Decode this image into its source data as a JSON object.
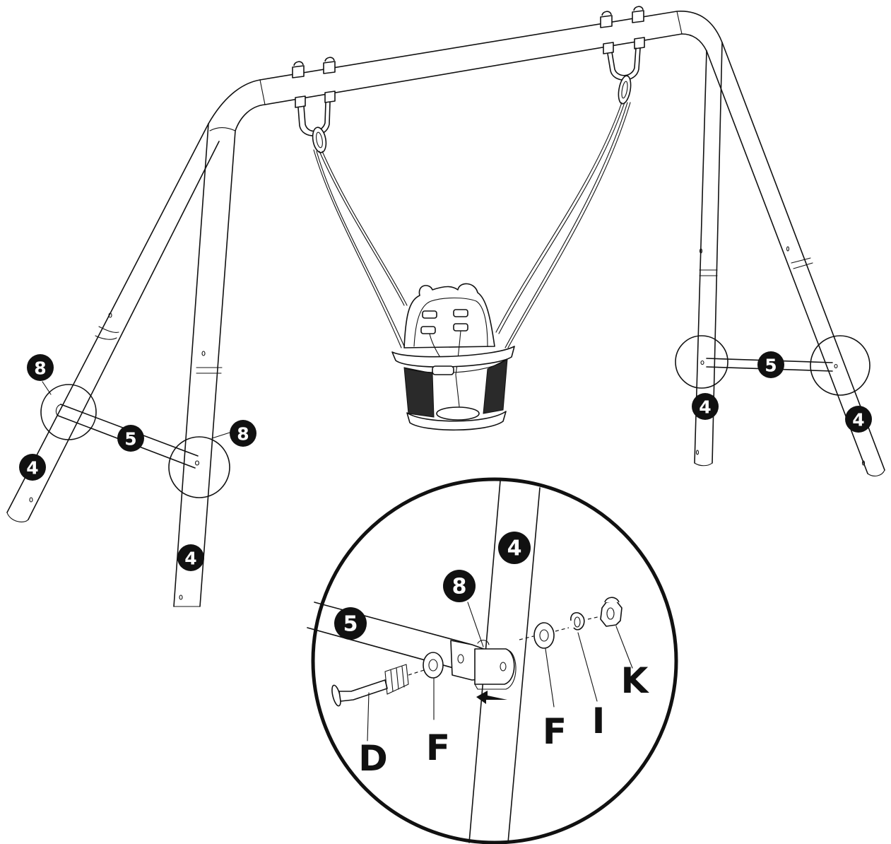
{
  "badges": {
    "top_left_8": "8",
    "left_5": "5",
    "left_right_8": "8",
    "left_leg_4_a": "4",
    "left_leg_4_b": "4",
    "right_5": "5",
    "right_leg_4_a": "4",
    "right_leg_4_b": "4",
    "detail_4": "4",
    "detail_8": "8",
    "detail_5": "5"
  },
  "hardware_labels": {
    "bolt": "D",
    "washer_left": "F",
    "washer_right": "F",
    "spring_washer": "I",
    "nut": "K"
  }
}
